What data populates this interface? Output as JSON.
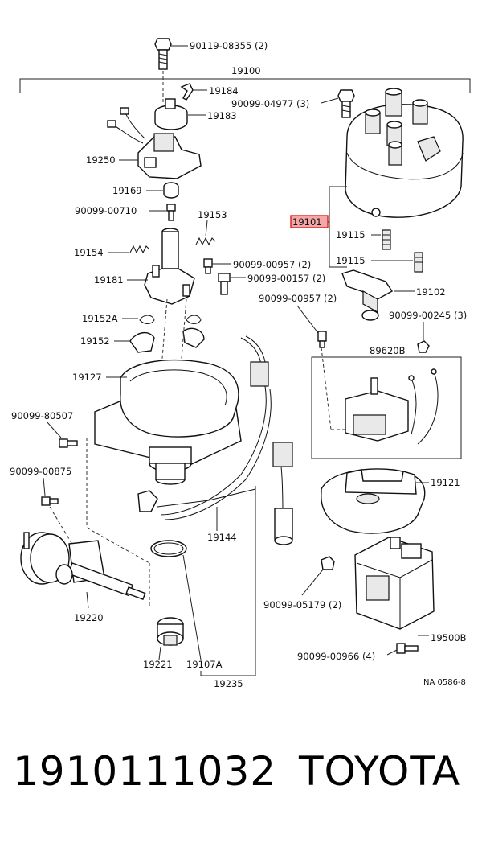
{
  "diagram": {
    "group_label": "19100",
    "callouts": {
      "c_90119_08355": "90119-08355 (2)",
      "c_19184": "19184",
      "c_90099_04977": "90099-04977 (3)",
      "c_19183": "19183",
      "c_19250": "19250",
      "c_19169": "19169",
      "c_90099_00710": "90099-00710",
      "c_19153": "19153",
      "c_19101": "19101",
      "c_19115a": "19115",
      "c_19154": "19154",
      "c_90099_00957a": "90099-00957 (2)",
      "c_19115b": "19115",
      "c_19181": "19181",
      "c_90099_00157": "90099-00157 (2)",
      "c_19102": "19102",
      "c_90099_00957b": "90099-00957 (2)",
      "c_19152a": "19152A",
      "c_90099_00245": "90099-00245 (3)",
      "c_19152": "19152",
      "c_89620b": "89620B",
      "c_19127": "19127",
      "c_90099_80507": "90099-80507",
      "c_90099_00875": "90099-00875",
      "c_19121": "19121",
      "c_19144": "19144",
      "c_90099_05179": "90099-05179 (2)",
      "c_19220": "19220",
      "c_19500b": "19500B",
      "c_90099_00966": "90099-00966 (4)",
      "c_19221": "19221",
      "c_19107a": "19107A",
      "c_19235": "19235",
      "c_na": "NA 0586-8"
    },
    "highlight_color": "#f4a7a7"
  },
  "footer": {
    "part_number": "1910111032",
    "brand": "TOYOTA"
  }
}
